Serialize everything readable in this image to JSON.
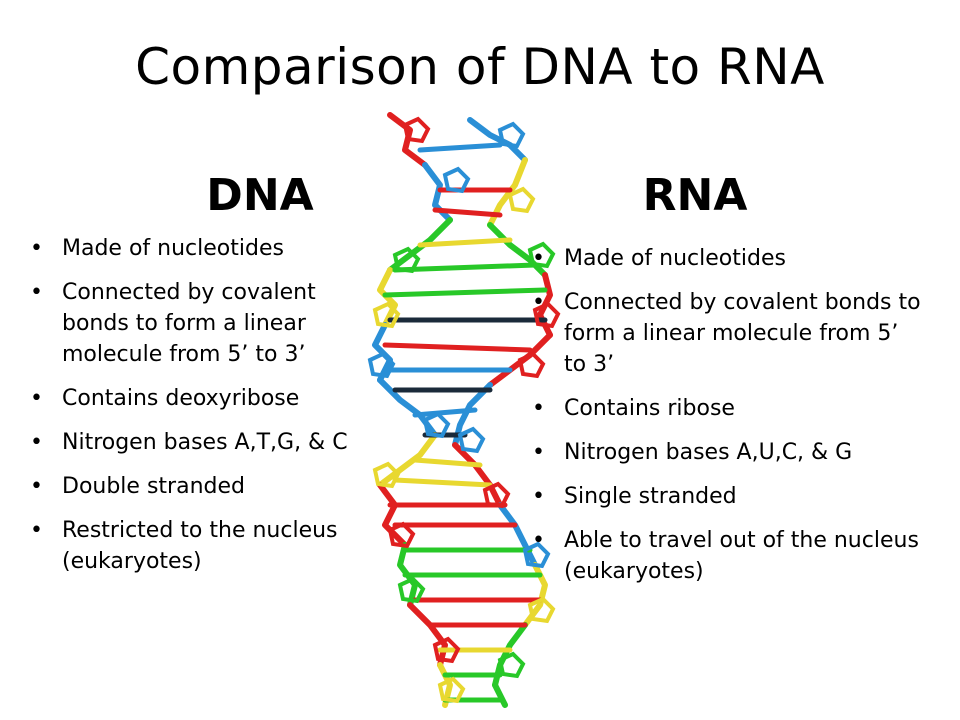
{
  "title": "Comparison of DNA to RNA",
  "dna": {
    "heading": "DNA",
    "items": [
      "Made of nucleotides",
      "Connected by covalent bonds to form a linear molecule from 5’ to 3’",
      "Contains deoxyribose",
      "Nitrogen bases A,T,G, & C",
      "Double stranded",
      "Restricted to the nucleus (eukaryotes)"
    ]
  },
  "rna": {
    "heading": "RNA",
    "items": [
      "Made of nucleotides",
      "Connected by covalent bonds to form a linear molecule from 5’ to 3’",
      "Contains ribose",
      "Nitrogen bases A,U,C, & G",
      "Single stranded",
      "Able to travel out of the nucleus (eukaryotes)"
    ]
  },
  "helix_colors": {
    "red": "#e02020",
    "blue": "#2a8fd6",
    "yellow": "#e8d830",
    "green": "#28c828",
    "dark": "#1a2a3a"
  }
}
